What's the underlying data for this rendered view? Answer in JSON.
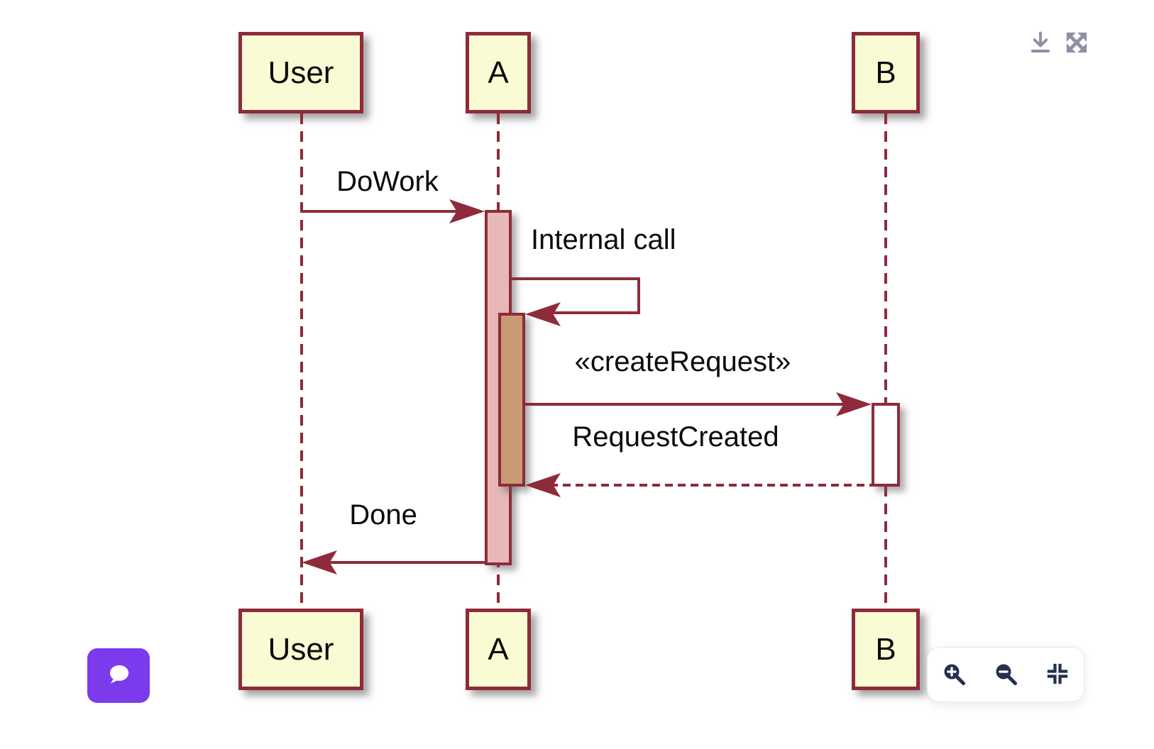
{
  "diagram": {
    "type": "sequence",
    "participants": [
      {
        "name": "User"
      },
      {
        "name": "A"
      },
      {
        "name": "B"
      }
    ],
    "messages": [
      {
        "from": "User",
        "to": "A",
        "label": "DoWork",
        "style": "solid"
      },
      {
        "from": "A",
        "to": "A",
        "label": "Internal call",
        "style": "solid-self-call"
      },
      {
        "from": "A",
        "to": "B",
        "label": "«createRequest»",
        "style": "solid"
      },
      {
        "from": "B",
        "to": "A",
        "label": "RequestCreated",
        "style": "dashed-return"
      },
      {
        "from": "A",
        "to": "User",
        "label": "Done",
        "style": "solid-return"
      }
    ],
    "colors": {
      "participant_fill": "#fafbd4",
      "stroke": "#8e2b3a",
      "activation_outer_fill": "#e6b9b8",
      "activation_nested_fill": "#ca9b73",
      "activation_b_fill": "#ffffff",
      "text": "#0b0b0b"
    }
  },
  "controls": {
    "top_right": {
      "download_icon": "download",
      "expand_icon": "expand-arrows"
    },
    "zoom_panel": {
      "zoom_in_icon": "magnifier-plus",
      "zoom_out_icon": "magnifier-minus",
      "fit_icon": "collapse-corners"
    },
    "chat_button": {
      "icon": "chat-bubble",
      "color": "#7c3aed"
    },
    "icon_colors": {
      "top_right_gray": "#8c92a4",
      "panel_navy": "#25304f"
    }
  }
}
